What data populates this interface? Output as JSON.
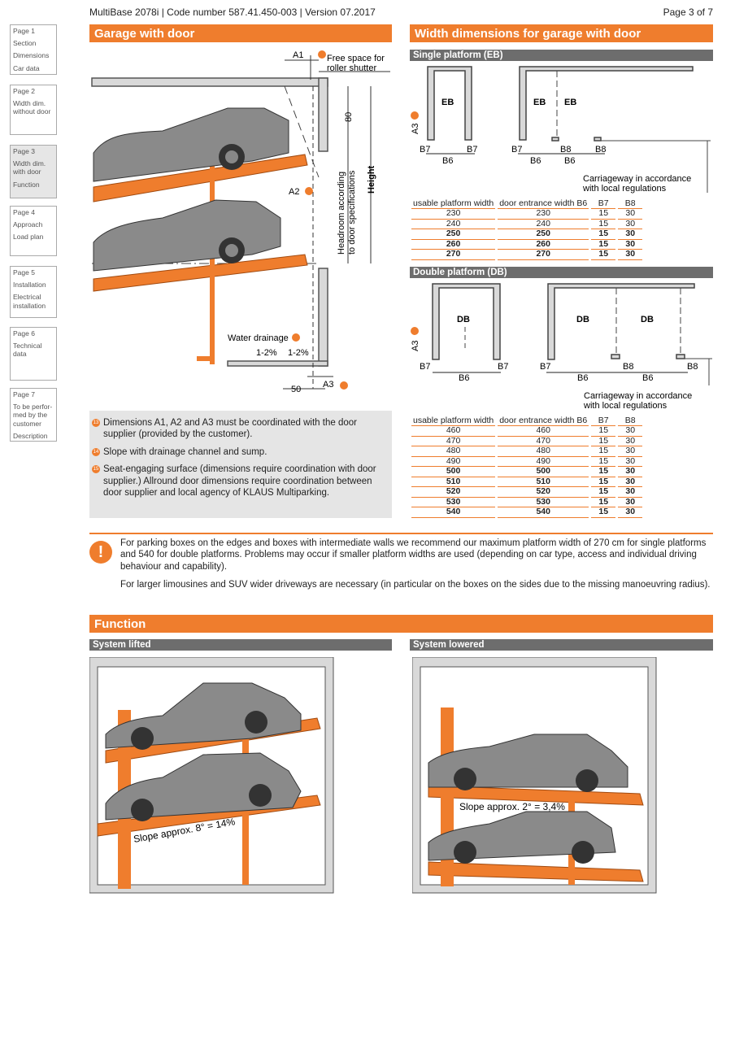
{
  "header": {
    "left": "MultiBase 2078i | Code number 587.41.450-003 | Version 07.2017",
    "right": "Page 3 of 7"
  },
  "nav": [
    {
      "page": "Page 1",
      "items": [
        "Section",
        "Dimensions",
        "Car data"
      ]
    },
    {
      "page": "Page 2",
      "items": [
        "Width dim. without door"
      ]
    },
    {
      "page": "Page 3",
      "items": [
        "Width dim. with door",
        "Function"
      ]
    },
    {
      "page": "Page 4",
      "items": [
        "Approach",
        "Load plan"
      ]
    },
    {
      "page": "Page 5",
      "items": [
        "Installation",
        "Electrical installation"
      ]
    },
    {
      "page": "Page 6",
      "items": [
        "Technical data"
      ]
    },
    {
      "page": "Page 7",
      "items": [
        "To be perfor- med by the customer",
        "Description"
      ]
    }
  ],
  "garage": {
    "title": "Garage with door",
    "a1": "A1",
    "free_space": "Free space for roller shutter",
    "d80": "80",
    "headroom": "Headroom according to door specifications",
    "height": "Height",
    "a2": "A2",
    "water": "Water drainage",
    "slope1": "1-2%",
    "slope2": "1-2%",
    "d50": "50",
    "a3": "A3",
    "n13": "13",
    "n14": "14"
  },
  "notes": [
    {
      "n": "13",
      "text": "Dimensions A1, A2 and A3 must be coordinated with the door supplier (provided by the customer)."
    },
    {
      "n": "14",
      "text": "Slope with drainage channel and sump."
    },
    {
      "n": "15",
      "text": "Seat-engaging surface (dimensions require coordination with door supplier.) Allround door dimensions require coordination between door supplier and local agency of KLAUS Multiparking."
    }
  ],
  "width": {
    "title": "Width dimensions for garage with door",
    "single": "Single platform (EB)",
    "double": "Double platform (DB)",
    "eb": "EB",
    "db": "DB",
    "a3": "A3",
    "n15": "15",
    "b6": "B6",
    "b7": "B7",
    "b8": "B8",
    "carriageway": "Carriageway in accordance with local regulations"
  },
  "table_headers": [
    "usable platform width",
    "door entrance width B6",
    "B7",
    "B8"
  ],
  "single_table": [
    [
      "230",
      "230",
      "15",
      "30",
      false
    ],
    [
      "240",
      "240",
      "15",
      "30",
      false
    ],
    [
      "250",
      "250",
      "15",
      "30",
      true
    ],
    [
      "260",
      "260",
      "15",
      "30",
      true
    ],
    [
      "270",
      "270",
      "15",
      "30",
      true
    ]
  ],
  "double_table": [
    [
      "460",
      "460",
      "15",
      "30",
      false
    ],
    [
      "470",
      "470",
      "15",
      "30",
      false
    ],
    [
      "480",
      "480",
      "15",
      "30",
      false
    ],
    [
      "490",
      "490",
      "15",
      "30",
      false
    ],
    [
      "500",
      "500",
      "15",
      "30",
      true
    ],
    [
      "510",
      "510",
      "15",
      "30",
      true
    ],
    [
      "520",
      "520",
      "15",
      "30",
      true
    ],
    [
      "530",
      "530",
      "15",
      "30",
      true
    ],
    [
      "540",
      "540",
      "15",
      "30",
      true
    ]
  ],
  "warning": {
    "p1": "For parking boxes on the edges and boxes with intermediate walls we recommend our maximum platform width of 270 cm for single platforms and 540 for double platforms. Problems may occur if smaller platform widths are used (depending on car type, access and individual driving behaviour and capability).",
    "p2": "For larger limousines and SUV wider driveways are necessary (in particular on the boxes on the sides due to the missing manoeuvring radius)."
  },
  "function": {
    "title": "Function",
    "lifted": "System lifted",
    "lowered": "System lowered",
    "slope_lifted": "Slope approx. 8° = 14%",
    "slope_lowered": "Slope approx. 2° = 3,4%"
  },
  "colors": {
    "accent": "#ef7d2d",
    "sub": "#6d6d6d",
    "car": "#8a8a8a"
  }
}
